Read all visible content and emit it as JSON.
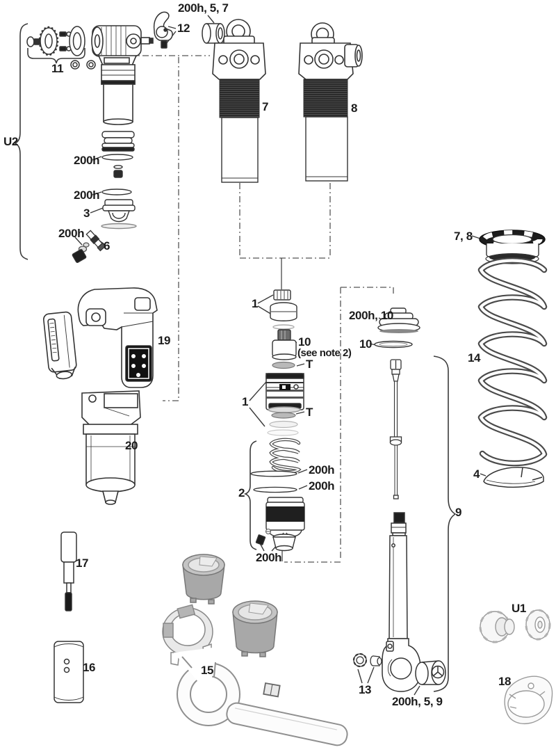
{
  "diagram": {
    "type": "exploded-parts-diagram",
    "subject": "rear-shock-service-parts",
    "labels": {
      "bushing_top": "200h, 5, 7",
      "lever": "12",
      "group_left": "11",
      "u2": "U2",
      "shock_a": "7",
      "shock_b": "8",
      "seal_a": "200h",
      "seal_b": "200h",
      "piston_head": "3",
      "valve_seals": "200h",
      "valve": "6",
      "seal_head_top": "1",
      "adjuster": "10",
      "adjuster_note": "(see note 2)",
      "t_upper": "T",
      "air_can": "1",
      "t_lower": "T",
      "bumper": "200h, 10",
      "bumper_ring": "10",
      "rebound_group": "2",
      "oring_a": "200h",
      "oring_b": "200h",
      "rebound_seals": "200h",
      "remote_module": "19",
      "remote_body": "20",
      "tool_rod": "17",
      "canister": "16",
      "wrench": "15",
      "fitting": "13",
      "eyelet_group": "200h, 5, 9",
      "u1": "U1",
      "spacer_tool": "18",
      "preload_collar": "7, 8",
      "coil_spring": "14",
      "spring_clip": "4",
      "damper_group": "9"
    },
    "colors": {
      "line": "#3a3a3a",
      "dark_fill": "#1f1f1f",
      "thread_fill": "#3b3b3b",
      "tool_gray": "#a8a8a8",
      "faint_gray": "#9b9b9b",
      "label_text": "#1c1c1c",
      "background": "#ffffff"
    }
  }
}
